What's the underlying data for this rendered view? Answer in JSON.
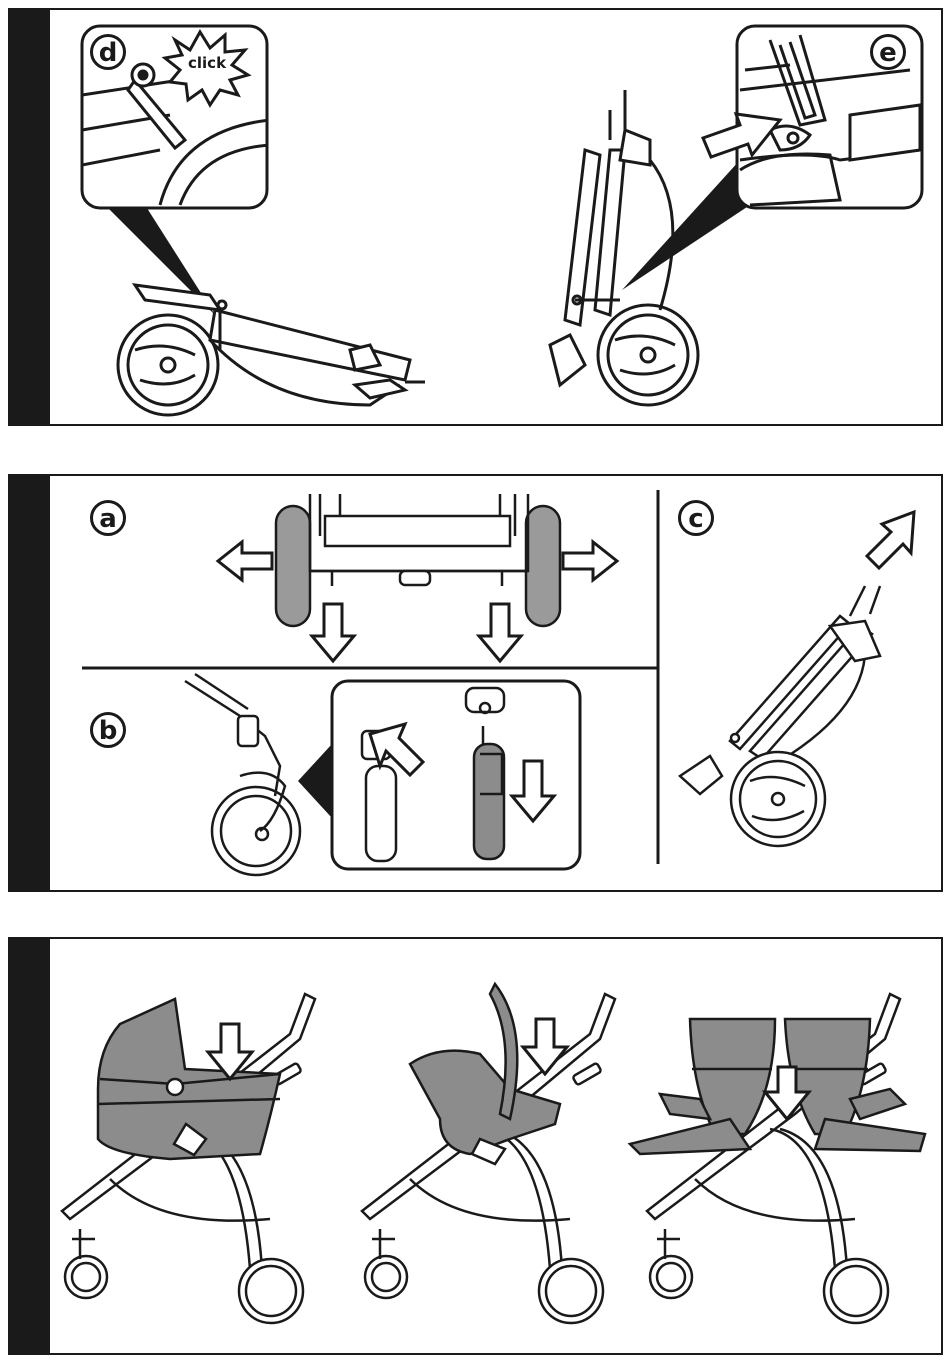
{
  "panel1": {
    "step_d": "d",
    "step_e": "e",
    "click_label": "click"
  },
  "panel2": {
    "step_a": "a",
    "step_b": "b",
    "step_c": "c"
  },
  "colors": {
    "ink": "#1a1a1a",
    "fabric_gray": "#8c8c8c",
    "tire_gray": "#9a9a9a"
  },
  "icons": [
    "arrow-outline-icon",
    "click-burst-icon",
    "wheel-icon",
    "stroller-frame-icon"
  ]
}
